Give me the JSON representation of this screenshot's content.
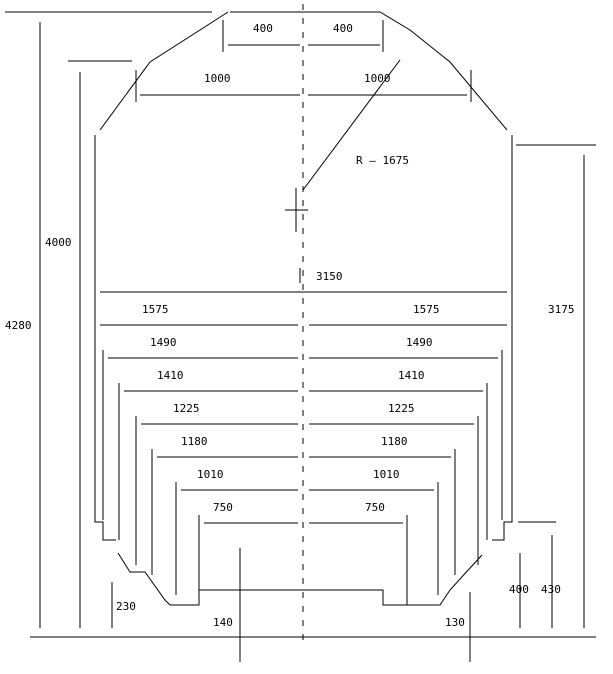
{
  "diagram": {
    "heights": {
      "total": "4280",
      "wall": "4000",
      "right_side": "3175",
      "step_right_a": "400",
      "step_right_b": "430",
      "step_left": "230"
    },
    "top": {
      "half_400_left": "400",
      "half_400_right": "400",
      "half_1000_left": "1000",
      "half_1000_right": "1000"
    },
    "radius": "R – 1675",
    "center_height": "3150",
    "widths": [
      {
        "left": "1575",
        "right": "1575"
      },
      {
        "left": "1490",
        "right": "1490"
      },
      {
        "left": "1410",
        "right": "1410"
      },
      {
        "left": "1225",
        "right": "1225"
      },
      {
        "left": "1180",
        "right": "1180"
      },
      {
        "left": "1010",
        "right": "1010"
      },
      {
        "left": "750",
        "right": "750"
      }
    ],
    "bottom": {
      "left_offset": "140",
      "right_offset": "130"
    }
  }
}
